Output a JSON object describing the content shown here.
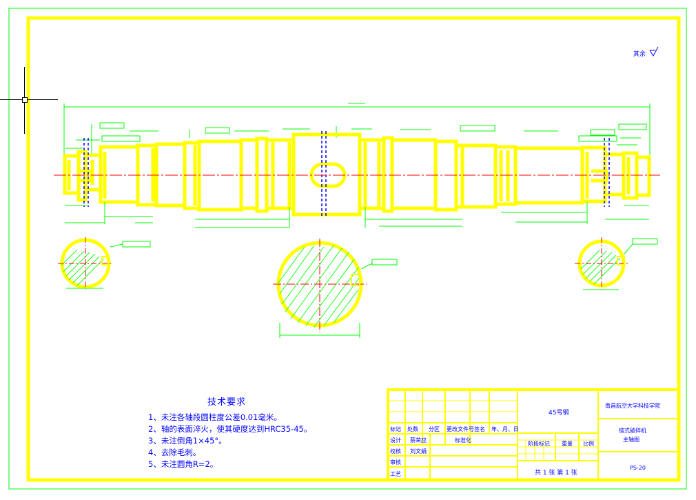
{
  "colors": {
    "frame": "#00ff00",
    "thick": "#ffff00",
    "dim": "#00ff00",
    "center": "#ff0000",
    "hidden": "#0000ff",
    "notes": "#0000ff"
  },
  "header_mark": "其余",
  "notes": {
    "title": "技术要求",
    "items": [
      "1、未注各轴段圆柱度公差0.01毫米。",
      "2、轴的表面淬火，使其硬度达到HRC35-45。",
      "3、未注倒角1×45°。",
      "4、去除毛刺。",
      "5、未注圆角R=2。"
    ]
  },
  "title_block": {
    "material": "45号钢",
    "school": "南昌航空大学科技学院",
    "part_name_1": "链式破碎机",
    "part_name_2": "主轴图",
    "drawing_no": "PS-20",
    "sheet": "共 1 张    第 1 张",
    "row_labels": [
      "标记",
      "处数",
      "分区",
      "更改文件号",
      "签名",
      "年、月、日"
    ],
    "left_labels": [
      "设计",
      "校核",
      "审核",
      "工艺"
    ],
    "designer": "蔡荣应",
    "checker": "刘文娟",
    "std_label": "标准化",
    "stage_label": "阶段标记",
    "weight_label": "重量",
    "scale_label": "比例"
  }
}
